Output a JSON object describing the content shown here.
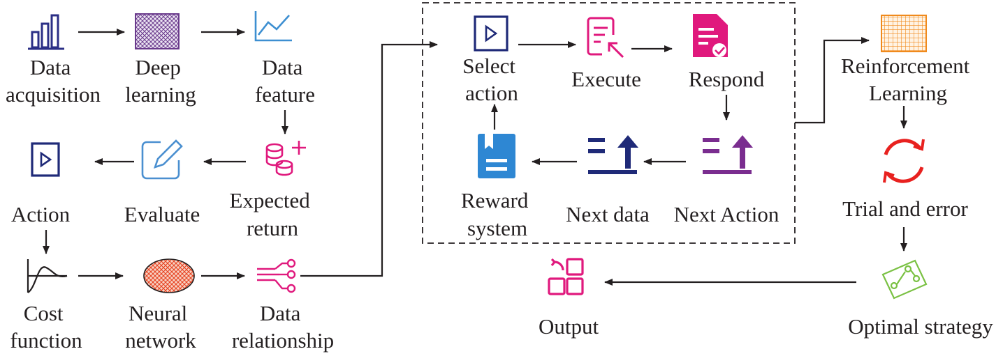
{
  "nodes": {
    "data_acquisition": {
      "lines": [
        "Data",
        "acquisition"
      ],
      "icon": "bar-chart-icon",
      "color": "#2b2f86"
    },
    "deep_learning": {
      "lines": [
        "Deep",
        "learning"
      ],
      "icon": "grid-pattern-icon",
      "color": "#6a3a8c"
    },
    "data_feature": {
      "lines": [
        "Data",
        "feature"
      ],
      "icon": "line-chart-icon",
      "color": "#3d8fd1"
    },
    "expected_return": {
      "lines": [
        "Expected",
        "return"
      ],
      "icon": "coins-plus-icon",
      "color": "#e0197d"
    },
    "evaluate": {
      "lines": [
        "Evaluate"
      ],
      "icon": "edit-icon",
      "color": "#4a8fd0"
    },
    "action": {
      "lines": [
        "Action"
      ],
      "icon": "play-box-icon",
      "color": "#1f2a78"
    },
    "cost_function": {
      "lines": [
        "Cost",
        "function"
      ],
      "icon": "function-curve-icon",
      "color": "#231f20"
    },
    "neural_network": {
      "lines": [
        "Neural",
        "network"
      ],
      "icon": "mesh-ellipse-icon",
      "color": "#e8411f"
    },
    "data_relationship": {
      "lines": [
        "Data",
        "relationship"
      ],
      "icon": "network-branch-icon",
      "color": "#e0197d"
    },
    "select_action": {
      "lines": [
        "Select",
        "action"
      ],
      "icon": "play-box-icon",
      "color": "#1f2a78"
    },
    "execute": {
      "lines": [
        "Execute"
      ],
      "icon": "execute-form-icon",
      "color": "#e0197d"
    },
    "respond": {
      "lines": [
        "Respond"
      ],
      "icon": "document-check-icon",
      "color": "#e0197d"
    },
    "next_action": {
      "lines": [
        "Next Action"
      ],
      "icon": "list-upload-icon",
      "color": "#7a2d8f"
    },
    "next_data": {
      "lines": [
        "Next data"
      ],
      "icon": "list-upload-icon",
      "color": "#1f2a78"
    },
    "reward_system": {
      "lines": [
        "Reward",
        "system"
      ],
      "icon": "bookmark-book-icon",
      "color": "#2e87d3"
    },
    "reinforcement_learning": {
      "lines": [
        "Reinforcement",
        "Learning"
      ],
      "icon": "grid-pattern-icon",
      "color": "#f08a1c"
    },
    "trial_and_error": {
      "lines": [
        "Trial and error"
      ],
      "icon": "refresh-icon",
      "color": "#e8211f"
    },
    "optimal_strategy": {
      "lines": [
        "Optimal strategy"
      ],
      "icon": "route-tag-icon",
      "color": "#7ac143"
    },
    "output": {
      "lines": [
        "Output"
      ],
      "icon": "app-grid-icon",
      "color": "#e0197d"
    }
  }
}
